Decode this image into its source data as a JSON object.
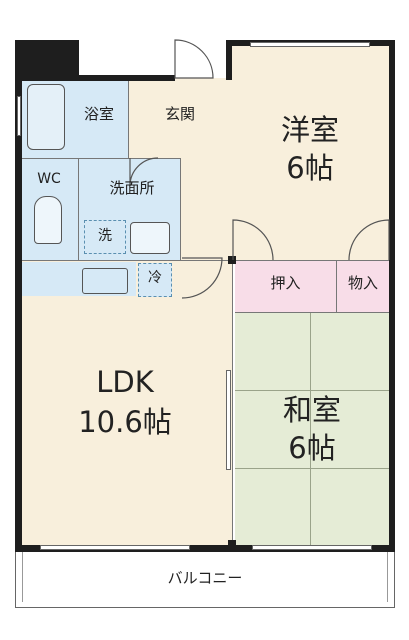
{
  "rooms": {
    "bath": "浴室",
    "entrance": "玄関",
    "western": "洋室",
    "western_size": "6帖",
    "wc": "WC",
    "washroom": "洗面所",
    "washer": "洗",
    "fridge": "冷",
    "closet": "押入",
    "storage": "物入",
    "ldk": "LDK",
    "ldk_size": "10.6帖",
    "japanese": "和室",
    "japanese_size": "6帖",
    "balcony": "バルコニー"
  },
  "colors": {
    "wall": "#1e1e1e",
    "floor_beige": "#f8efdc",
    "wet_area_blue": "#d6e9f6",
    "closet_pink": "#f8dde8",
    "tatami_green": "#e5ecd6"
  }
}
